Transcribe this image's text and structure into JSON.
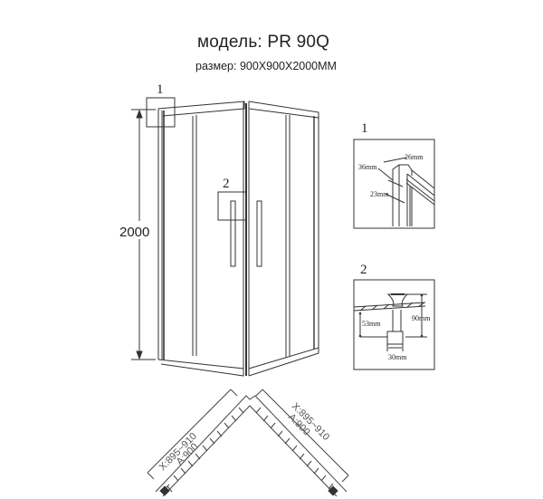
{
  "header": {
    "model_label": "модель: PR 90Q",
    "size_label": "размер: 900X900X2000MM"
  },
  "main_view": {
    "height_dimension": "2000",
    "callout_1": "1",
    "callout_2": "2"
  },
  "detail_1": {
    "label": "1",
    "dim_top": "26mm",
    "dim_side": "36mm",
    "dim_vertical": "23mm"
  },
  "detail_2": {
    "label": "2",
    "dim_height": "53mm",
    "dim_total": "90mm",
    "dim_width": "30mm"
  },
  "plan_view": {
    "left_range": "X:895~910",
    "left_nominal": "A:900",
    "right_range": "X:895~910",
    "right_nominal": "A:900"
  }
}
